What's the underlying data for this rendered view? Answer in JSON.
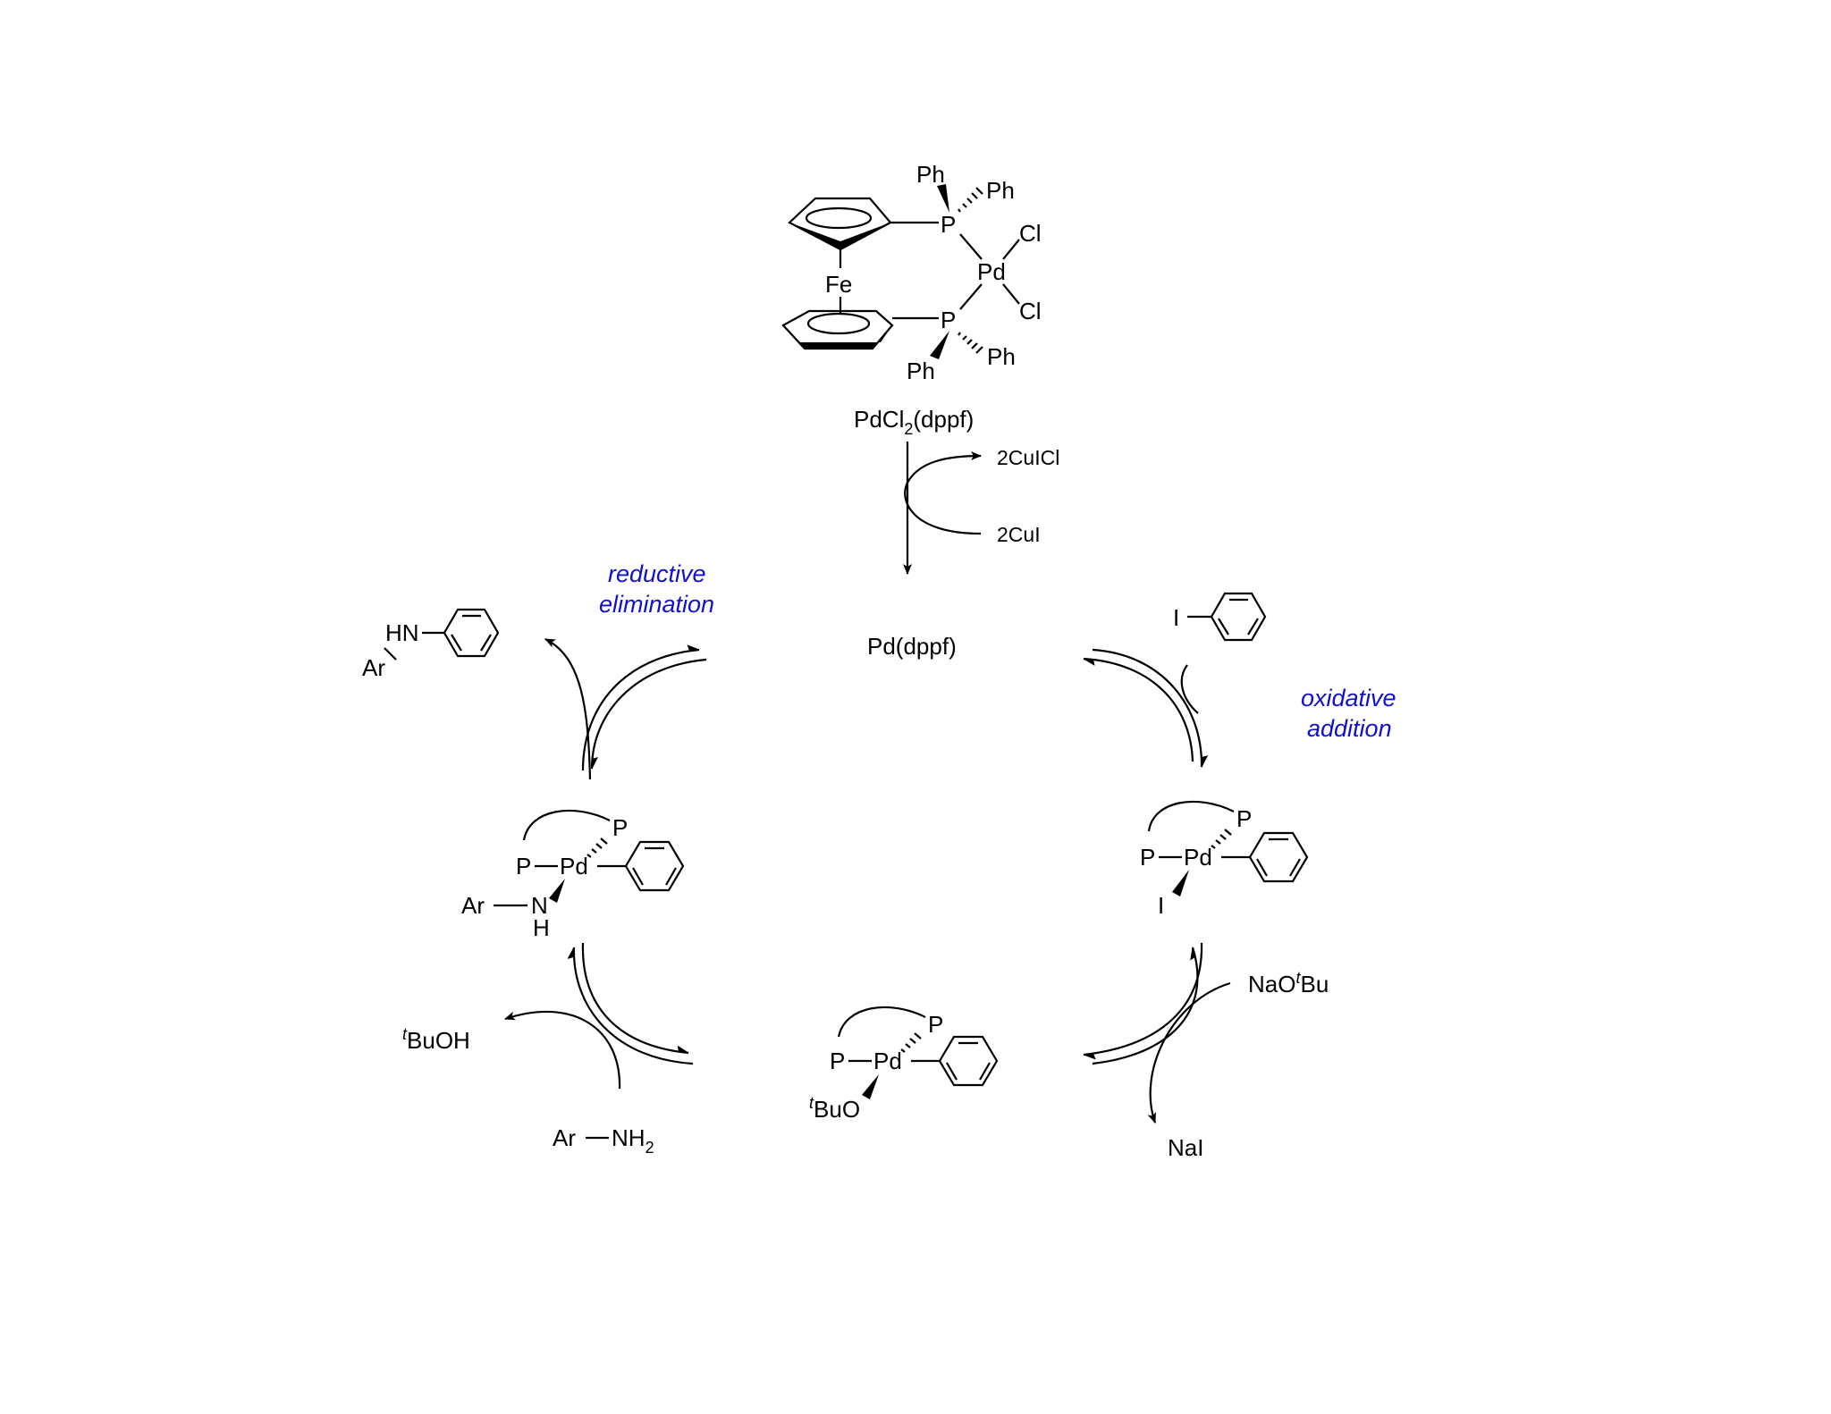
{
  "labels": {
    "precatalyst": "PdCl2(dppf)",
    "precatalyst_main": "PdCl",
    "precatalyst_sub": "2",
    "precatalyst_tail": "(dppf)",
    "ferrocene": {
      "fe": "Fe",
      "pd": "Pd",
      "p_top": "P",
      "p_bottom": "P",
      "cl_top": "Cl",
      "cl_bottom": "Cl",
      "ph_1": "Ph",
      "ph_2": "Ph",
      "ph_3": "Ph",
      "ph_4": "Ph"
    },
    "cucl": "2CuICl",
    "cui": "2CuI",
    "catalyst": "Pd(dppf)",
    "aryl_iodide_i": "I",
    "oxidative_addition_1": "oxidative",
    "oxidative_addition_2": "addition",
    "reductive_elimination_1": "reductive",
    "reductive_elimination_2": "elimination",
    "product_hn": "HN",
    "product_ar": "Ar",
    "ox_complex": {
      "p_top": "P",
      "p_left": "P",
      "pd": "Pd",
      "i": "I"
    },
    "amido_complex": {
      "p_top": "P",
      "p_left": "P",
      "pd": "Pd",
      "ar": "Ar",
      "n": "N",
      "h": "H"
    },
    "alkoxide_complex": {
      "p_top": "P",
      "p_left": "P",
      "pd": "Pd",
      "tbuo_sup": "t",
      "tbuo": "BuO"
    },
    "base_na": "NaO",
    "base_sup": "t",
    "base_bu": "Bu",
    "salt": "NaI",
    "tbuoh_sup": "t",
    "tbuoh": "BuOH",
    "amine_ar": "Ar",
    "amine_nh": "NH",
    "amine_sub": "2"
  },
  "colors": {
    "step_label": "#1010d0",
    "ink": "#000000"
  }
}
